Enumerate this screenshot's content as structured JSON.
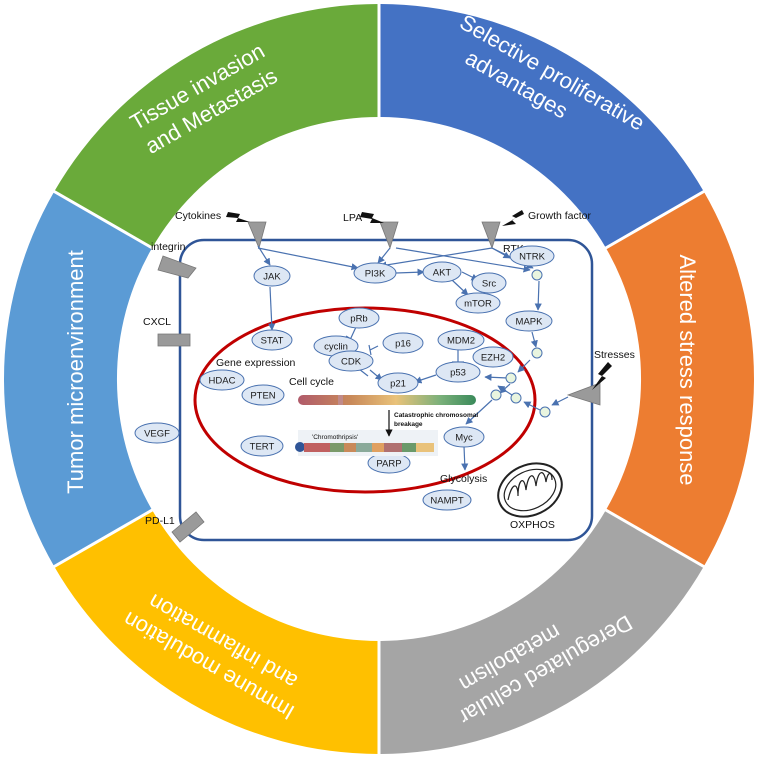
{
  "segments": {
    "top_left": "Tissue invasion and Metastasis",
    "top_left_l1": "Tissue invasion",
    "top_left_l2": "and Metastasis",
    "top_right_l1": "Selective proliferative",
    "top_right_l2": "advantages",
    "right": "Altered stress response",
    "bottom_right_l1": "Deregulated cellular",
    "bottom_right_l2": "metabolism",
    "bottom_left_l1": "Immune modulation",
    "bottom_left_l2": "and inflammation",
    "left": "Tumor microenvironment"
  },
  "colors": {
    "green": "#6aaa3a",
    "blue_dark": "#4472c4",
    "orange": "#ed7d31",
    "gray": "#a5a5a5",
    "yellow": "#ffc000",
    "blue_light": "#5b9bd5",
    "node_fill": "#dde7f4",
    "node_stroke": "#4a72b0",
    "cell_border": "#2f5597",
    "nucleus": "#c00000"
  },
  "external": {
    "cytokines": "Cytokines",
    "lpa": "LPA",
    "growth_factor": "Growth factor",
    "rtk": "RTK",
    "integrin": "integrin",
    "cxcl": "CXCL",
    "stresses": "Stresses",
    "pdl1": "PD-L1"
  },
  "nodes": {
    "jak": "JAK",
    "pi3k": "PI3K",
    "akt": "AKT",
    "src": "Src",
    "ntrk": "NTRK",
    "mtor": "mTOR",
    "stat": "STAT",
    "mapk": "MAPK",
    "prb": "pRb",
    "cyclin": "cyclin",
    "cdk": "CDK",
    "p16": "p16",
    "mdm2": "MDM2",
    "ezh2": "EZH2",
    "p53": "p53",
    "p21": "p21",
    "hdac": "HDAC",
    "pten": "PTEN",
    "vegf": "VEGF",
    "tert": "TERT",
    "parp": "PARP",
    "myc": "Myc",
    "nampt": "NAMPT"
  },
  "labels": {
    "gene_expression": "Gene expression",
    "cell_cycle": "Cell cycle",
    "catastrophic_l1": "Catastrophic chromosomal",
    "catastrophic_l2": "breakage",
    "chromothripsis": "'Chromothripsis'",
    "glycolysis": "Glycolysis",
    "oxphos": "OXPHOS"
  }
}
